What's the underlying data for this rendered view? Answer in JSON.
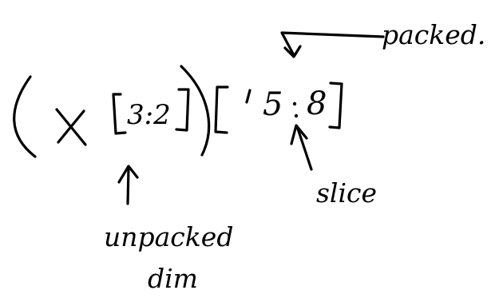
{
  "expression": {
    "open_paren": "(",
    "variable": "X",
    "unpacked_slice": "3:2",
    "close_paren": ")",
    "packed_prefix": "’",
    "packed_start": "5",
    "packed_colon": ":",
    "packed_end": "8"
  },
  "annotations": {
    "packed": "packed.",
    "slice": "slice",
    "unpacked_line1": "unpacked",
    "unpacked_line2": "dim"
  },
  "colors": {
    "ink": "#000000",
    "background": "#ffffff"
  }
}
